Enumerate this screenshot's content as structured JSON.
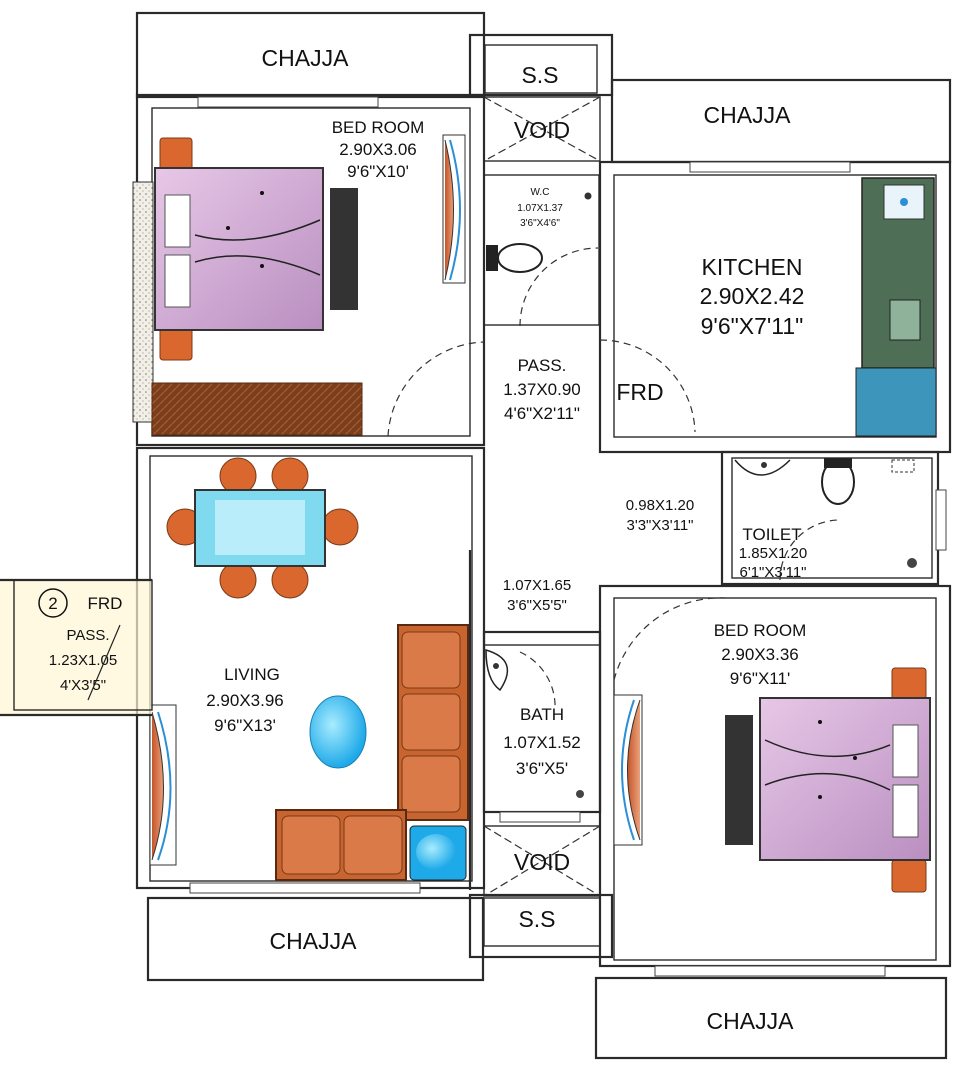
{
  "rooms": {
    "chajja_top_left": {
      "name": "CHAJJA"
    },
    "ss_top": {
      "name": "S.S"
    },
    "chajja_top_right": {
      "name": "CHAJJA"
    },
    "void_top": {
      "name": "VOID"
    },
    "bedroom_1": {
      "name": "BED ROOM",
      "size_m": "2.90X3.06",
      "size_ft": "9'6\"X10'"
    },
    "wc": {
      "name": "W.C",
      "size_m": "1.07X1.37",
      "size_ft": "3'6\"X4'6\""
    },
    "kitchen": {
      "name": "KITCHEN",
      "size_m": "2.90X2.42",
      "size_ft": "9'6\"X7'11\""
    },
    "pass_1": {
      "name": "PASS.",
      "size_m": "1.37X0.90",
      "size_ft": "4'6\"X2'11\""
    },
    "frd_1": {
      "name": "FRD"
    },
    "lobby_dims": {
      "size_m": "0.98X1.20",
      "size_ft": "3'3\"X3'11\""
    },
    "toilet": {
      "name": "TOILET",
      "size_m": "1.85X1.20",
      "size_ft": "6'1\"X3'11\""
    },
    "pass_2": {
      "size_m": "1.07X1.65",
      "size_ft": "3'6\"X5'5\""
    },
    "entry": {
      "number": "2",
      "name": "FRD",
      "pass": "PASS.",
      "size_m": "1.23X1.05",
      "size_ft": "4'X3'5\""
    },
    "living": {
      "name": "LIVING",
      "size_m": "2.90X3.96",
      "size_ft": "9'6\"X13'"
    },
    "bath": {
      "name": "BATH",
      "size_m": "1.07X1.52",
      "size_ft": "3'6\"X5'"
    },
    "bedroom_2": {
      "name": "BED ROOM",
      "size_m": "2.90X3.36",
      "size_ft": "9'6\"X11'"
    },
    "void_bottom": {
      "name": "VOID"
    },
    "ss_bottom": {
      "name": "S.S"
    },
    "chajja_bottom_left": {
      "name": "CHAJJA"
    },
    "chajja_bottom_right": {
      "name": "CHAJJA"
    }
  },
  "colors": {
    "wall": "#2a2a2a",
    "living_floor": "#fff7d6",
    "bed": "#d9b6d9",
    "sofa": "#c8642f",
    "chair": "#d9672e",
    "table": "#7fd9ef",
    "rug": "#1ea9e8",
    "counter": "#5a7a62"
  }
}
